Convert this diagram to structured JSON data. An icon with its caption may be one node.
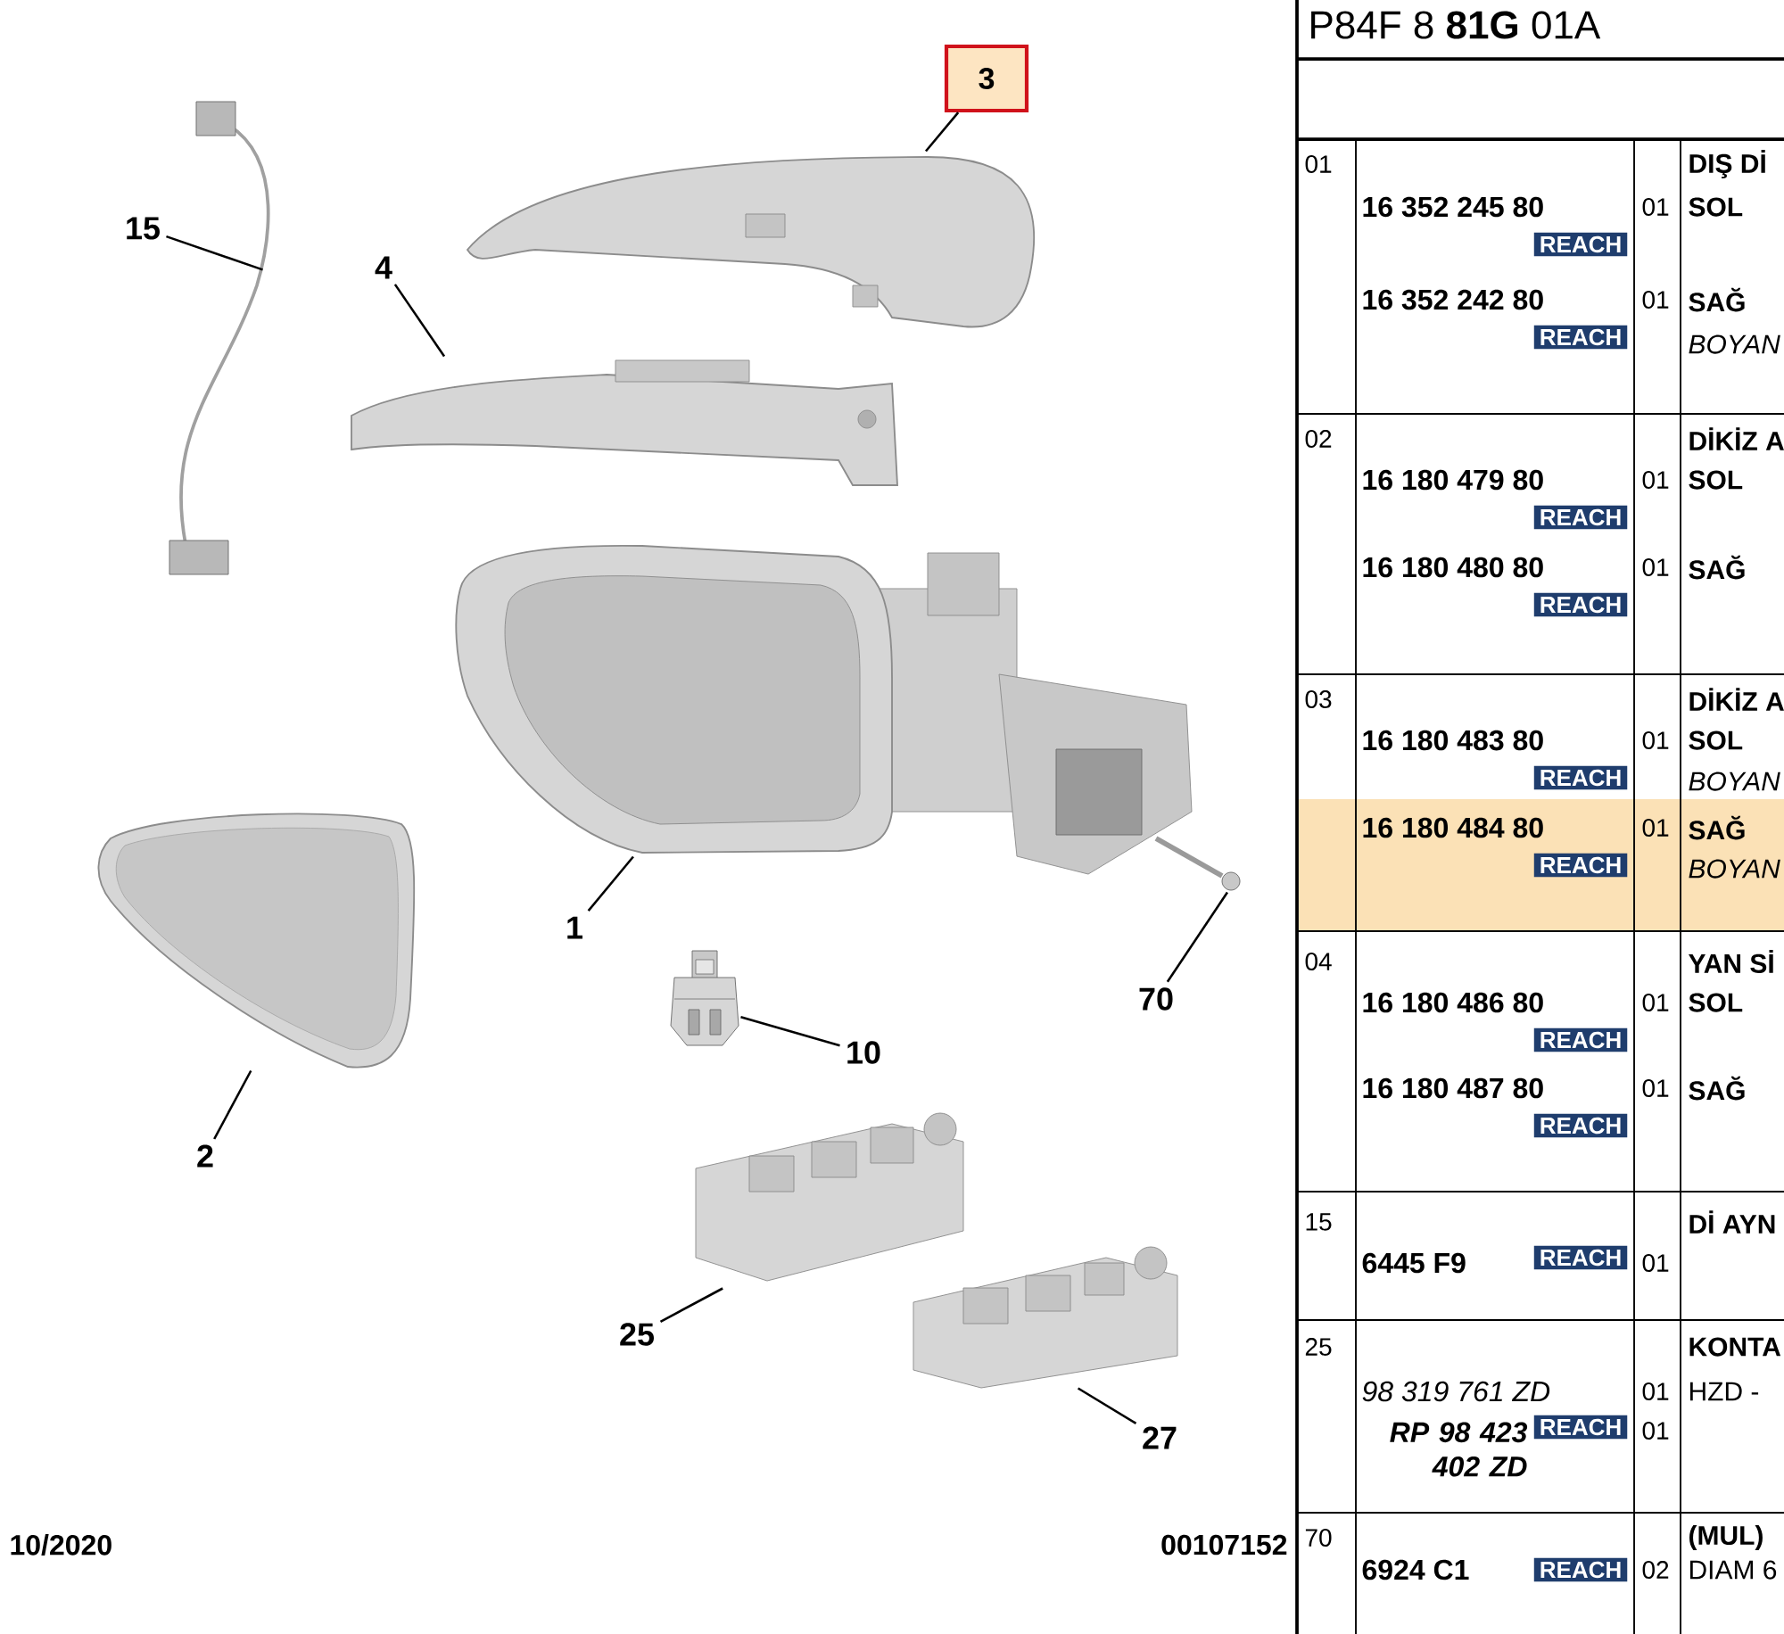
{
  "diagram": {
    "nodes": [
      {
        "text": [
          "3"
        ]
      },
      {
        "text": [],
        "shape": "picture"
      },
      {
        "text": [
          "15"
        ]
      },
      {
        "text": [],
        "shape": "picture"
      },
      {
        "text": [
          "4"
        ]
      },
      {
        "text": [],
        "shape": "picture"
      },
      {
        "text": [
          "1"
        ]
      },
      {
        "text": [],
        "shape": "picture"
      },
      {
        "text": [
          "70"
        ]
      },
      {
        "text": [],
        "shape": "picture"
      },
      {
        "text": [
          "10"
        ]
      },
      {
        "text": [],
        "shape": "picture"
      },
      {
        "text": [
          "2"
        ]
      },
      {
        "text": [],
        "shape": "picture"
      },
      {
        "text": [
          "25"
        ]
      },
      {
        "text": [],
        "shape": "picture"
      },
      {
        "text": [
          "27"
        ]
      },
      {
        "text": [],
        "shape": "picture"
      }
    ],
    "edges": [
      {
        "from": 0,
        "to": 1,
        "arrow": "none"
      },
      {
        "from": 2,
        "to": 3,
        "arrow": "none"
      },
      {
        "from": 4,
        "to": 5,
        "arrow": "none"
      },
      {
        "from": 6,
        "to": 7,
        "arrow": "none"
      },
      {
        "from": 8,
        "to": 9,
        "arrow": "none"
      },
      {
        "from": 10,
        "to": 11,
        "arrow": "none"
      },
      {
        "from": 12,
        "to": 13,
        "arrow": "none"
      },
      {
        "from": 14,
        "to": 15,
        "arrow": "none"
      },
      {
        "from": 16,
        "to": 17,
        "arrow": "none"
      }
    ],
    "labels": [
      "P84F 8 **81G** 01A",
      "01",
      "DIŞ Dİ",
      "16 352 245 80",
      "01",
      "SOL",
      "REACH",
      "16 352 242 80",
      "01",
      "SAĞ",
      "REACH",
      "BOYAN",
      "02",
      "DİKİZ A",
      "16 180 479 80",
      "01",
      "SOL",
      "REACH",
      "16 180 480 80",
      "01",
      "SAĞ",
      "REACH",
      "03",
      "DİKİZ A",
      "16 180 483 80",
      "01",
      "SOL",
      "REACH",
      "BOYAN",
      "16 180 484 80",
      "01",
      "SAĞ",
      "REACH",
      "BOYAN",
      "04",
      "YAN Sİ",
      "16 180 486 80",
      "01",
      "SOL",
      "REACH",
      "16 180 487 80",
      "01",
      "SAĞ",
      "REACH",
      "15",
      "Dİ AYN",
      "6445 F9",
      "REACH",
      "01",
      "25",
      "KONTA",
      "98 319 761 ZD",
      "01",
      "HZD -",
      "RP 98 423 402 ZD",
      "REACH",
      "01",
      "70",
      "(MUL)",
      "6924 C1",
      "REACH",
      "02",
      "DIAM 6",
      "10/2020",
      "00107152"
    ]
  }
}
